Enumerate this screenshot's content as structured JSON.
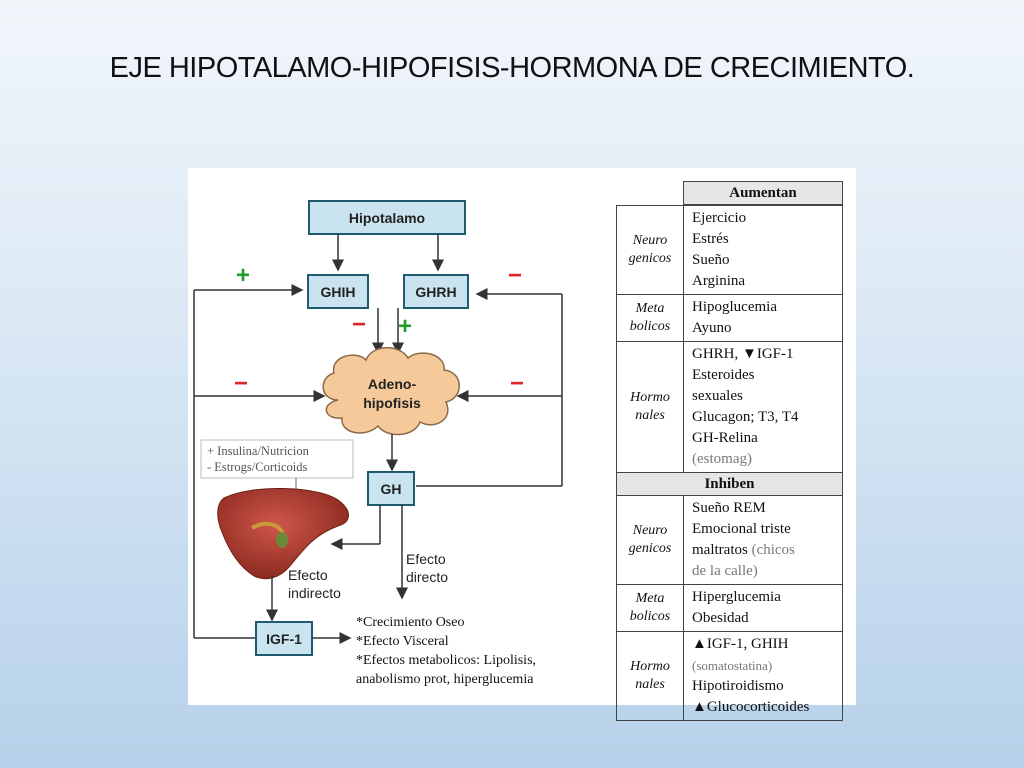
{
  "slide": {
    "title": "EJE HIPOTALAMO-HIPOFISIS-HORMONA DE CRECIMIENTO."
  },
  "diagram": {
    "hipotalamo": "Hipotalamo",
    "ghih": "GHIH",
    "ghrh": "GHRH",
    "adeno_line1": "Adeno-",
    "adeno_line2": "hipofisis",
    "gh": "GH",
    "igf1": "IGF-1",
    "plus": "+",
    "minus": "−",
    "note_line1": "+ Insulina/Nutricion",
    "note_line2": "- Estrogs/Corticoids",
    "efecto_indirecto_1": "Efecto",
    "efecto_indirecto_2": "indirecto",
    "efecto_directo_1": "Efecto",
    "efecto_directo_2": "directo",
    "effects": [
      "*Crecimiento Oseo",
      "*Efecto Visceral",
      "*Efectos metabolicos: Lipolisis,",
      "anabolismo prot, hiperglucemia"
    ]
  },
  "table": {
    "aumentan_header": "Aumentan",
    "inhiben_header": "Inhiben",
    "aumentan": [
      {
        "cat1": "Neuro",
        "cat2": "genicos",
        "items": [
          "Ejercicio",
          "Estrés",
          "Sueño",
          "Arginina"
        ]
      },
      {
        "cat1": "Meta",
        "cat2": "bolicos",
        "items": [
          "Hipoglucemia",
          "Ayuno"
        ]
      },
      {
        "cat1": "Hormo",
        "cat2": "nales",
        "items": [
          "GHRH, ▼IGF-1",
          "Esteroides",
          "sexuales",
          "Glucagon; T3, T4",
          "GH-Relina"
        ],
        "gray": "(estomag)"
      }
    ],
    "inhiben": [
      {
        "cat1": "Neuro",
        "cat2": "genicos",
        "items": [
          "Sueño REM",
          "Emocional triste"
        ],
        "mixed": "maltratos ",
        "mixed_gray": "(chicos",
        "gray": "de la calle)"
      },
      {
        "cat1": "Meta",
        "cat2": "bolicos",
        "items": [
          "Hiperglucemia",
          "Obesidad"
        ]
      },
      {
        "cat1": "Hormo",
        "cat2": "nales",
        "items": [
          "▲IGF-1, GHIH"
        ],
        "gray_mid": "(somatostatina)",
        "items2": [
          "Hipotiroidismo",
          "▲Glucocorticoides"
        ]
      }
    ]
  },
  "colors": {
    "box_fill": "#c9e3ef",
    "box_stroke": "#1f5a70",
    "plus": "#1e9b2c",
    "minus": "#d9272a",
    "cloud": "#f6c99a",
    "liver": "#a8342a"
  }
}
